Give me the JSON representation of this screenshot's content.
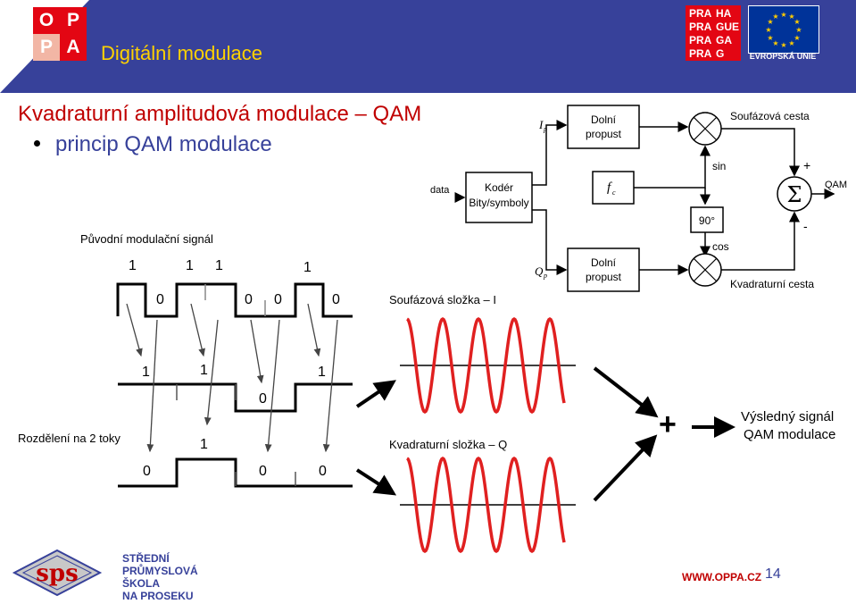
{
  "header": {
    "logo_letters": [
      "O",
      "P",
      "P",
      "A"
    ],
    "title": "Digitální modulace",
    "praha_rows": [
      [
        "PRA",
        "HA"
      ],
      [
        "PRA",
        "GUE"
      ],
      [
        "PRA",
        "GA"
      ],
      [
        "PRA",
        "G"
      ]
    ],
    "eu_label": "EVROPSKÁ UNIE"
  },
  "slide": {
    "title": "Kvadraturní amplitudová modulace – QAM",
    "bullet": "princip QAM modulace"
  },
  "block_diagram": {
    "i_label": "I",
    "i_sub": "p",
    "q_label": "Q",
    "q_sub": "p",
    "lowpass_top": [
      "Dolní",
      "propust"
    ],
    "lowpass_bottom": [
      "Dolní",
      "propust"
    ],
    "coder": [
      "Kodér",
      "Bity/symboly"
    ],
    "data_label": "data",
    "osc_label": "f",
    "osc_sub": "c",
    "phase_label": "90°",
    "sin_label": "sin",
    "cos_label": "cos",
    "inphase_path": "Soufázová cesta",
    "quad_path": "Kvadraturní cesta",
    "sum_symbol": "Σ",
    "plus_sign": "+",
    "minus_sign": "-",
    "output_label": "QAM"
  },
  "signals": {
    "original_label": "Původní modulační signál",
    "original_ones": [
      "1",
      "1",
      "1",
      "1"
    ],
    "original_zeros": [
      "0",
      "0",
      "0",
      "0"
    ],
    "split_label": "Rozdělení na 2 toky",
    "upper_ones": [
      "1",
      "1",
      "1"
    ],
    "upper_zero": "0",
    "lower_one": "1",
    "lower_zeros": [
      "0",
      "0",
      "0"
    ],
    "inphase_label": "Soufázová složka – I",
    "quad_label": "Kvadraturní složka – Q",
    "combine_symbol": "+",
    "result_lines": [
      "Výsledný signál",
      "QAM modulace"
    ]
  },
  "footer": {
    "school_lines": [
      "STŘEDNÍ",
      "PRŮMYSLOVÁ",
      "ŠKOLA",
      "NA PROSEKU"
    ],
    "url": "WWW.OPPA.CZ",
    "page": "14"
  },
  "colors": {
    "brand_blue": "#37419a",
    "title_red": "#c00000",
    "wave_red": "#e02020",
    "header_yellow": "#ffd200",
    "praha_red": "#e30613",
    "eu_blue": "#003399"
  }
}
